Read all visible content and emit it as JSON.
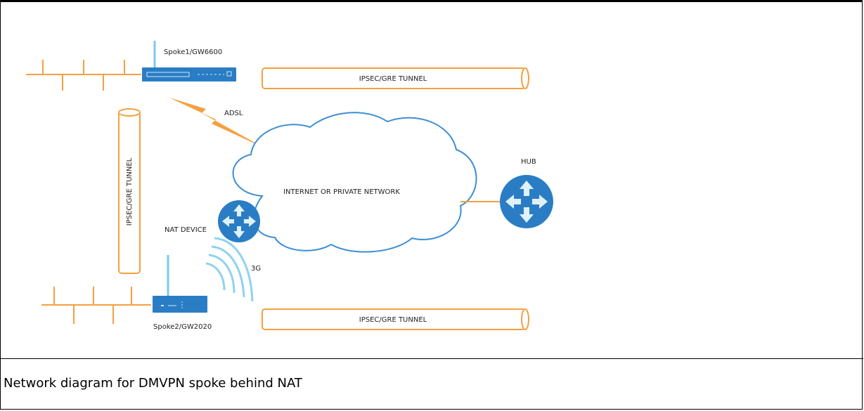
{
  "caption": "Network diagram for DMVPN spoke behind NAT",
  "nodes": {
    "spoke1": "Spoke1/GW6600",
    "spoke2": "Spoke2/GW2020",
    "cloud": "INTERNET OR PRIVATE NETWORK",
    "hub": "HUB",
    "nat": "NAT DEVICE"
  },
  "links": {
    "adsl": "ADSL",
    "threeg": "3G"
  },
  "tunnels": {
    "top": "IPSEC/GRE TUNNEL",
    "bottom": "IPSEC/GRE TUNNEL",
    "vertical": "IPSEC/GRE TUNNEL"
  },
  "colors": {
    "orange": "#f5a040",
    "blue": "#2a7dc4",
    "light_blue": "#5fc0e8",
    "cloud_stroke": "#3d8ed6"
  }
}
